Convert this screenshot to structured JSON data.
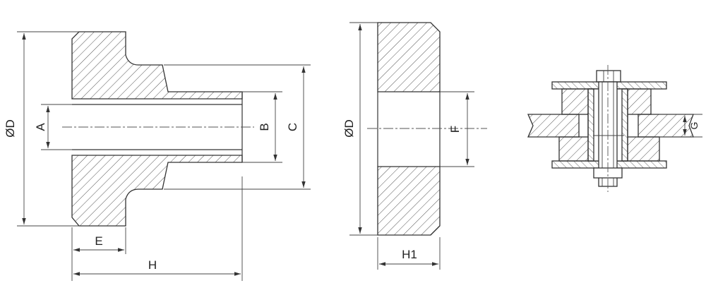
{
  "labels": {
    "od_left": "ØD",
    "a": "A",
    "b": "B",
    "c": "C",
    "e": "E",
    "h": "H",
    "od_mid": "ØD",
    "f": "F",
    "h1": "H1",
    "g": "G"
  },
  "colors": {
    "line": "#333333",
    "hatch": "#555555",
    "background": "#ffffff"
  }
}
